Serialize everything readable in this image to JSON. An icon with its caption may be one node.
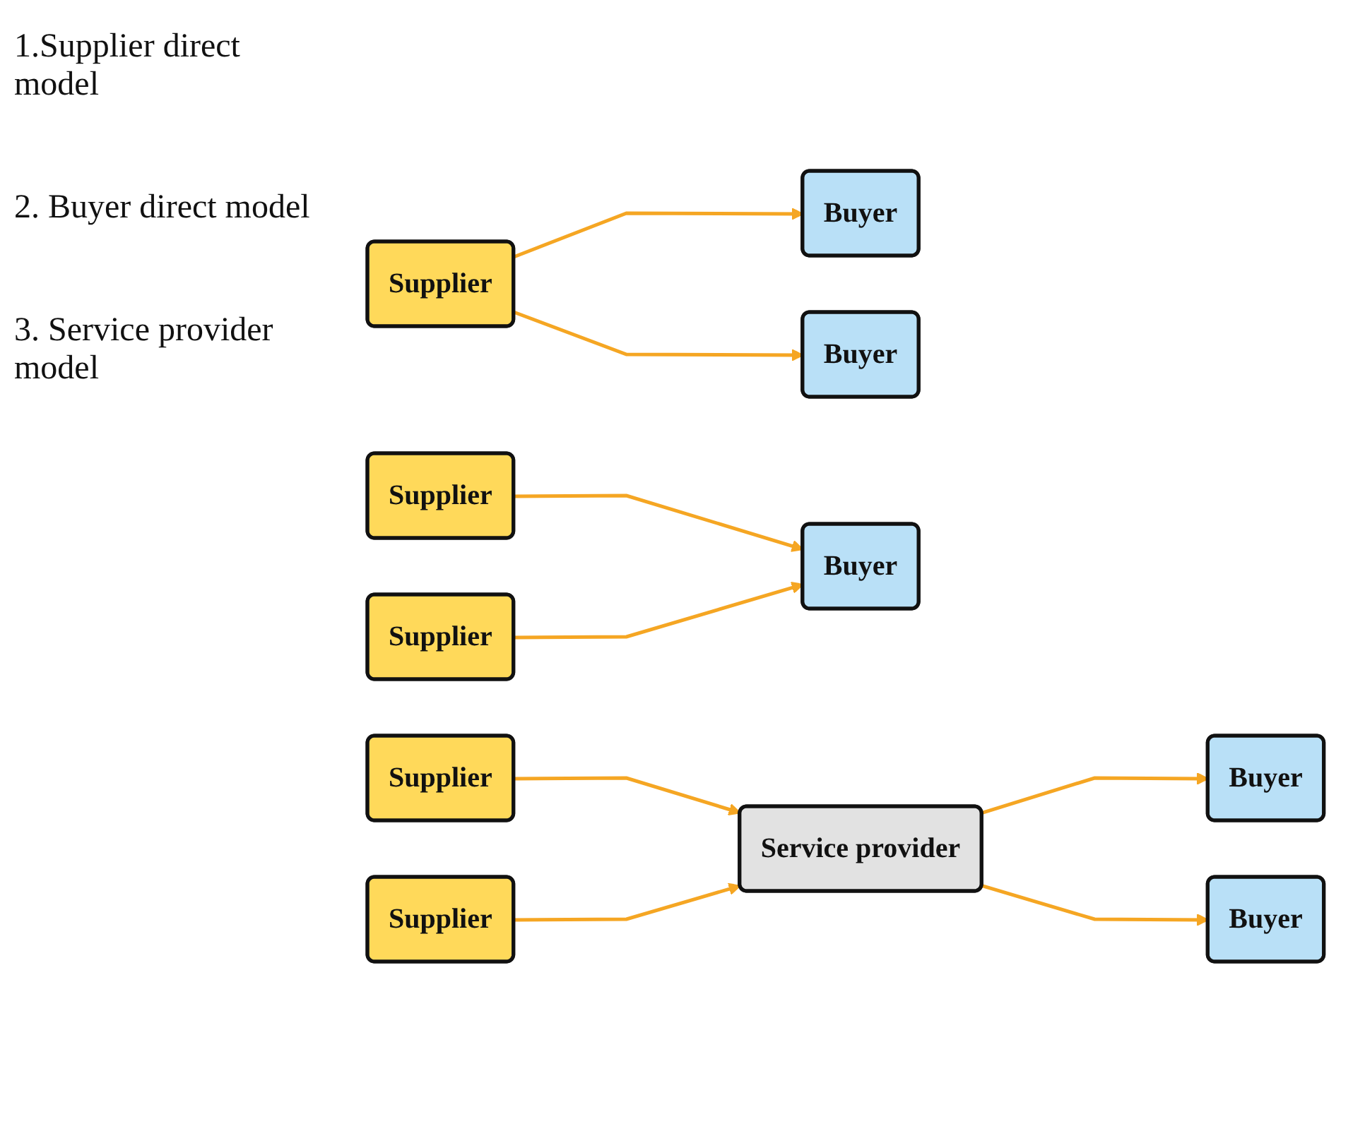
{
  "diagram": {
    "nodes": [
      {
        "text": [
          "Supplier"
        ]
      },
      {
        "text": [
          "Buyer"
        ]
      },
      {
        "text": [
          "Buyer"
        ]
      },
      {
        "text": [
          "Supplier"
        ]
      },
      {
        "text": [
          "Supplier"
        ]
      },
      {
        "text": [
          "Buyer"
        ]
      },
      {
        "text": [
          "Supplier"
        ]
      },
      {
        "text": [
          "Supplier"
        ]
      },
      {
        "text": [
          "Service provider"
        ]
      },
      {
        "text": [
          "Buyer"
        ]
      },
      {
        "text": [
          "Buyer"
        ]
      }
    ],
    "edges": [
      {
        "from": 0,
        "to": 1,
        "arrow": "to"
      },
      {
        "from": 0,
        "to": 2,
        "arrow": "to"
      },
      {
        "from": 3,
        "to": 5,
        "arrow": "to"
      },
      {
        "from": 4,
        "to": 5,
        "arrow": "to"
      },
      {
        "from": 6,
        "to": 8,
        "arrow": "to"
      },
      {
        "from": 7,
        "to": 8,
        "arrow": "to"
      },
      {
        "from": 8,
        "to": 9,
        "arrow": "to"
      },
      {
        "from": 8,
        "to": 10,
        "arrow": "to"
      }
    ],
    "labels": [
      "1.Supplier direct model",
      "2. Buyer direct model",
      "3. Service provider model"
    ]
  }
}
